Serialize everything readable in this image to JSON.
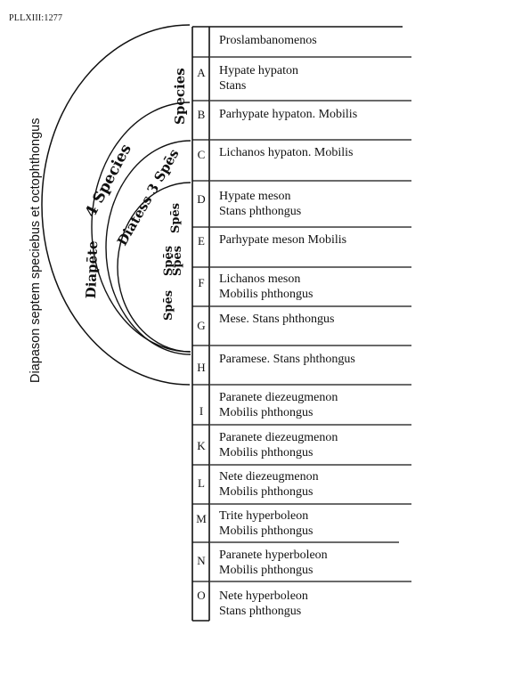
{
  "plate_label": "PLLXIII:1277",
  "diapason_label": "Diapason septem speciebus et octophthongus",
  "arc_labels": {
    "diapete": "Diapēte",
    "four_species": "4 Species",
    "diatessaron": "Diatess 3 Spēs",
    "species": "Species",
    "spes_1": "Spēs",
    "spes_2": "Spēs",
    "spes_3": "Spēs",
    "spes_4": "Spēs"
  },
  "rows": [
    {
      "letter": "",
      "line1": "Proslambanomenos",
      "line2": ""
    },
    {
      "letter": "A",
      "line1": "Hypate hypaton",
      "line2": "Stans"
    },
    {
      "letter": "B",
      "line1": "Parhypate hypaton. Mobilis",
      "line2": ""
    },
    {
      "letter": "C",
      "line1": "Lichanos hypaton. Mobilis",
      "line2": ""
    },
    {
      "letter": "D",
      "line1": "Hypate meson",
      "line2": "Stans phthongus"
    },
    {
      "letter": "E",
      "line1": "Parhypate meson Mobilis",
      "line2": ""
    },
    {
      "letter": "F",
      "line1": "Lichanos meson",
      "line2": "Mobilis phthongus"
    },
    {
      "letter": "G",
      "line1": "Mese. Stans phthongus",
      "line2": ""
    },
    {
      "letter": "H",
      "line1": "Paramese. Stans phthongus",
      "line2": ""
    },
    {
      "letter": "I",
      "line1": "Paranete diezeugmenon",
      "line2": "Mobilis phthongus"
    },
    {
      "letter": "K",
      "line1": "Paranete diezeugmenon",
      "line2": "Mobilis phthongus"
    },
    {
      "letter": "L",
      "line1": "Nete diezeugmenon",
      "line2": "Mobilis phthongus"
    },
    {
      "letter": "M",
      "line1": "Trite hyperboleon",
      "line2": "Mobilis phthongus"
    },
    {
      "letter": "N",
      "line1": "Paranete hyperboleon",
      "line2": "Mobilis phthongus"
    },
    {
      "letter": "O",
      "line1": "Nete hyperboleon",
      "line2": "Stans phthongus"
    }
  ]
}
